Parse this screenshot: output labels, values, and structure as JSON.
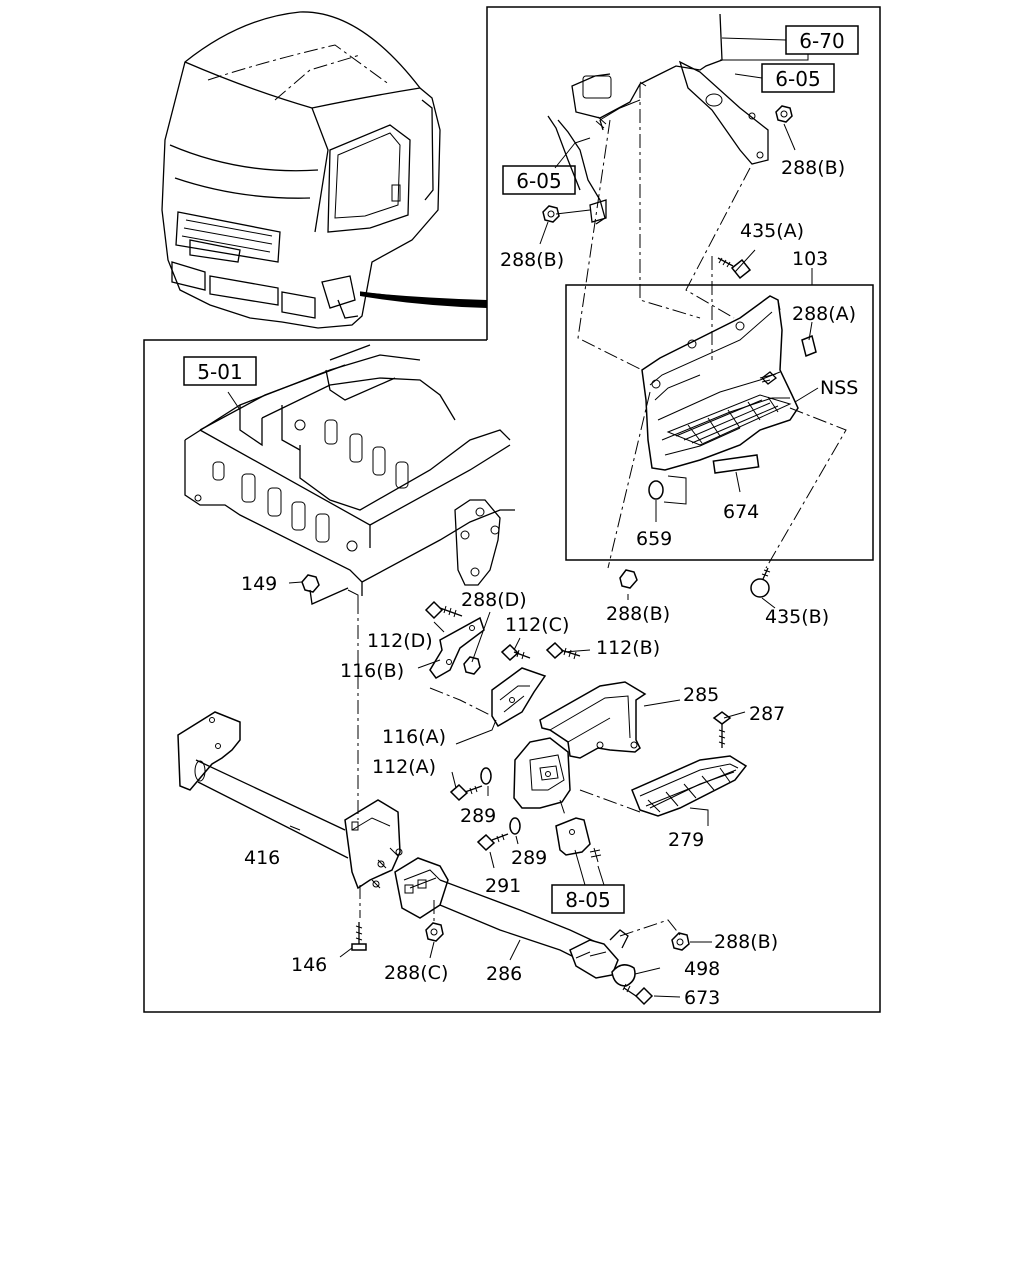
{
  "callouts": {
    "c670": "6-70",
    "c605a": "6-05",
    "c605b": "6-05",
    "c501": "5-01",
    "c805": "8-05"
  },
  "labels": {
    "l288b_1": "288(B)",
    "l288b_2": "288(B)",
    "l435a": "435(A)",
    "l103": "103",
    "l288a": "288(A)",
    "lnss": "NSS",
    "l674": "674",
    "l659": "659",
    "l288b_3": "288(B)",
    "l435b": "435(B)",
    "l149": "149",
    "l288d": "288(D)",
    "l112d": "112(D)",
    "l112c": "112(C)",
    "l112b": "112(B)",
    "l116b": "116(B)",
    "l285": "285",
    "l287": "287",
    "l116a": "116(A)",
    "l112a": "112(A)",
    "l289_1": "289",
    "l289_2": "289",
    "l279": "279",
    "l416": "416",
    "l291": "291",
    "l288b_4": "288(B)",
    "l498": "498",
    "l673": "673",
    "l146": "146",
    "l288c": "288(C)",
    "l286": "286"
  }
}
